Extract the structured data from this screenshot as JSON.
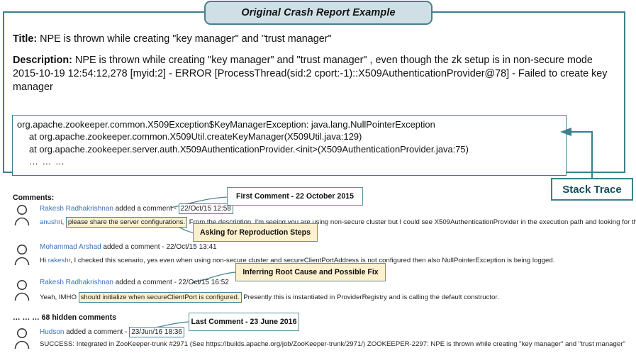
{
  "panel": {
    "title": "Original Crash Report Example",
    "title_label": "Title:",
    "title_text": " NPE is thrown while creating \"key manager\" and \"trust manager\"",
    "description_label": "Description:",
    "description_text": " NPE is thrown while creating \"key manager\" and \"trust manager\" , even though the zk setup is in non-secure mode",
    "log_line": "2015-10-19 12:54:12,278 [myid:2] - ERROR [ProcessThread(sid:2 cport:-1)::X509AuthenticationProvider@78] - Failed to create key manager"
  },
  "stack_trace": {
    "label": "Stack Trace",
    "lines": [
      "org.apache.zookeeper.common.X509Exception$KeyManagerException: java.lang.NullPointerException",
      "at org.apache.zookeeper.common.X509Util.createKeyManager(X509Util.java:129)",
      "at org.apache.zookeeper.server.auth.X509AuthenticationProvider.<init>(X509AuthenticationProvider.java:75)"
    ],
    "ellipsis": "… … …"
  },
  "comments": {
    "heading": "Comments:",
    "hidden_note": "… … … 68 hidden comments",
    "items": [
      {
        "author": "Rakesh Radhakrishnan",
        "meta_mid": " added a comment - ",
        "timestamp": "22/Oct/15 12:58",
        "timestamp_highlight": true,
        "body_pre_mention": "",
        "mention": "anushri",
        "body_pre_chip": ", ",
        "chip": "please share the server configurations.",
        "body_post": " From the description, I'm seeing you are using non-secure cluster but I could see X509AuthenticationProvider in the execution path and looking for the SSL trusts."
      },
      {
        "author": "Mohammad Arshad",
        "meta_mid": " added a comment - ",
        "timestamp": "22/Oct/15 13:41",
        "timestamp_highlight": false,
        "body_pre_mention": "Hi ",
        "mention": "rakeshr",
        "body_pre_chip": "",
        "chip": "",
        "body_post": ", I checked this scenario, yes even when using non-secure cluster and secureClientPortAddress is not configured then also NullPointerException is being logged."
      },
      {
        "author": "Rakesh Radhakrishnan",
        "meta_mid": " added a comment - ",
        "timestamp": "22/Oct/15 16:52",
        "timestamp_highlight": false,
        "body_pre_mention": "Yeah, IMHO ",
        "mention": "",
        "body_pre_chip": "",
        "chip": "should initialize when secureClientPort is configured.",
        "body_post": " Presently this is instantiated in ProviderRegistry and is calling the default constructor."
      },
      {
        "author": "Hudson",
        "meta_mid": " added a comment - ",
        "timestamp": "23/Jun/16 18:36",
        "timestamp_highlight": true,
        "body_pre_mention": "",
        "mention": "",
        "body_pre_chip": "",
        "chip": "",
        "body_post": "SUCCESS: Integrated in ZooKeeper-trunk #2971 (See https://builds.apache.org/job/ZooKeeper-trunk/2971/) ZOOKEEPER-2297: NPE is thrown while creating \"key manager\" and \"trust manager\""
      }
    ]
  },
  "annotations": [
    {
      "text": "First Comment - 22 October 2015",
      "style": "white"
    },
    {
      "text": "Asking for Reproduction Steps",
      "style": "yellow"
    },
    {
      "text": "Inferring Root Cause and Possible Fix",
      "style": "yellow"
    },
    {
      "text": "Last Comment - 23 June 2016",
      "style": "white"
    }
  ],
  "colors": {
    "teal_border": "#3d7f8e",
    "title_fill": "#cfdfe5",
    "callout_yellow": "#fdf0cf",
    "link_blue": "#3b73b9",
    "stack_label_text": "#1b4b57"
  }
}
